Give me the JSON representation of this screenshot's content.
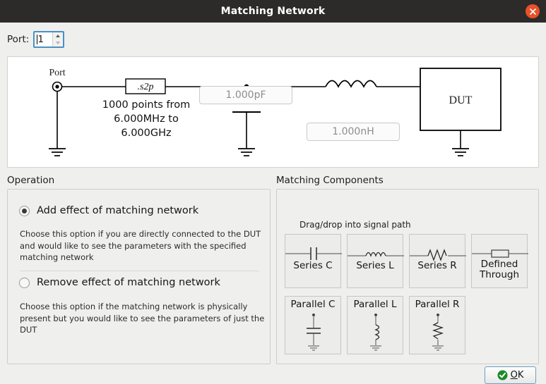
{
  "window": {
    "title": "Matching Network",
    "close_icon": "close-icon"
  },
  "port": {
    "label": "Port:",
    "value": "1",
    "spin_up_icon": "chevron-up-icon",
    "spin_down_icon": "chevron-down-icon"
  },
  "schematic": {
    "port_label": "Port",
    "file_block_label": ".s2p",
    "sweep_line1": "1000 points from",
    "sweep_line2": "6.000MHz to",
    "sweep_line3": "6.000GHz",
    "cap_value": "1.000pF",
    "ind_value": "1.000nH",
    "dut_label": "DUT",
    "ground_icon": "ground-icon",
    "capacitor_icon": "capacitor-icon",
    "inductor_icon": "inductor-icon",
    "port_terminal_icon": "port-terminal-icon"
  },
  "operation": {
    "title": "Operation",
    "options": [
      {
        "label": "Add effect of matching network",
        "selected": true,
        "helper": "Choose this option if you are directly connected to the DUT and would like to see the parameters with the specified matching network"
      },
      {
        "label": "Remove effect of matching network",
        "selected": false,
        "helper": "Choose this option if the matching network is physically present but you would like to see the parameters of just the DUT"
      }
    ]
  },
  "matching_components": {
    "title": "Matching Components",
    "hint": "Drag/drop into signal path",
    "tiles": [
      {
        "label": "Series C",
        "icon": "series-capacitor-icon"
      },
      {
        "label": "Series L",
        "icon": "series-inductor-icon"
      },
      {
        "label": "Series R",
        "icon": "series-resistor-icon"
      },
      {
        "label_line1": "Defined",
        "label_line2": "Through",
        "icon": "defined-through-icon"
      },
      {
        "label": "Parallel C",
        "icon": "parallel-capacitor-icon"
      },
      {
        "label": "Parallel L",
        "icon": "parallel-inductor-icon"
      },
      {
        "label": "Parallel R",
        "icon": "parallel-resistor-icon"
      }
    ]
  },
  "footer": {
    "ok_accel": "O",
    "ok_rest": "K",
    "ok_icon": "check-circle-icon"
  },
  "colors": {
    "titlebar": "#2d2a2a",
    "close": "#e8512a",
    "focus": "#4a90c4",
    "ok_check": "#1a8a2a",
    "dialog_bg": "#efefee"
  }
}
